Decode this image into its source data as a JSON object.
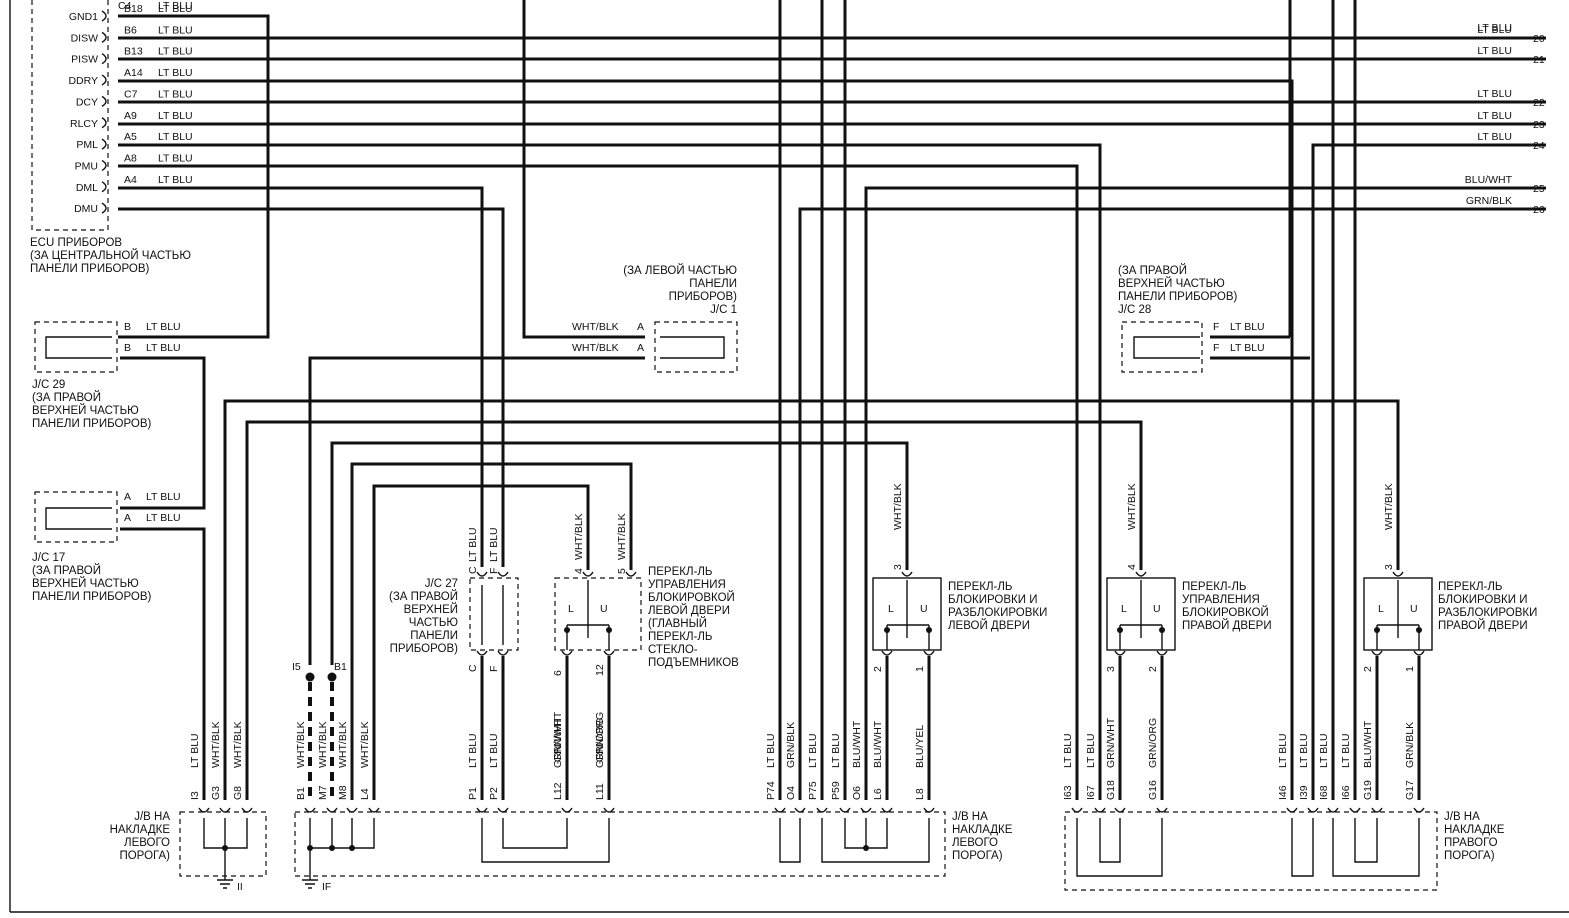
{
  "ecu": {
    "pins": [
      {
        "name": "GND1",
        "pin": "B18",
        "color": "LT BLU"
      },
      {
        "name": "DISW",
        "pin": "B6",
        "color": "LT BLU"
      },
      {
        "name": "PISW",
        "pin": "B13",
        "color": "LT BLU"
      },
      {
        "name": "DDRY",
        "pin": "A14",
        "color": "LT BLU"
      },
      {
        "name": "DCY",
        "pin": "C7",
        "color": "LT BLU"
      },
      {
        "name": "RLCY",
        "pin": "A9",
        "color": "LT BLU"
      },
      {
        "name": "PML",
        "pin": "A5",
        "color": "LT BLU"
      },
      {
        "name": "PMU",
        "pin": "A8",
        "color": "LT BLU"
      },
      {
        "name": "DML",
        "pin": "A4",
        "color": "LT BLU"
      },
      {
        "name": "DMU",
        "pin": "",
        "color": ""
      }
    ],
    "top_pin": "C4",
    "top_color": "LT BLU",
    "label": [
      "ECU ПРИБОРОВ",
      "(ЗА ЦЕНТРАЛЬНОЙ ЧАСТЬЮ",
      "ПАНЕЛИ ПРИБОРОВ)"
    ]
  },
  "right_labels": [
    {
      "color": "LT BLU",
      "num": ""
    },
    {
      "color": "LT BLU",
      "num": "20"
    },
    {
      "color": "LT BLU",
      "num": "21"
    },
    {
      "color": "LT BLU",
      "num": "22"
    },
    {
      "color": "LT BLU",
      "num": "23"
    },
    {
      "color": "LT BLU",
      "num": "24"
    },
    {
      "color": "BLU/WHT",
      "num": "25"
    },
    {
      "color": "GRN/BLK",
      "num": "26"
    }
  ],
  "jc1": {
    "label": [
      "(ЗА ЛЕВОЙ ЧАСТЬЮ",
      "ПАНЕЛИ",
      "ПРИБОРОВ)",
      "J/C 1"
    ],
    "wire": "WHT/BLK",
    "pin": "A"
  },
  "jc28": {
    "label": [
      "(ЗА ПРАВОЙ",
      "ВЕРХНЕЙ ЧАСТЬЮ",
      "ПАНЕЛИ ПРИБОРОВ)",
      "J/C 28"
    ],
    "wire": "LT BLU",
    "pin": "F"
  },
  "jc29": {
    "label": [
      "J/C 29",
      "(ЗА ПРАВОЙ",
      "ВЕРХНЕЙ ЧАСТЬЮ",
      "ПАНЕЛИ ПРИБОРОВ)"
    ],
    "wire": "LT BLU",
    "pin": "B"
  },
  "jc17": {
    "label": [
      "J/C 17",
      "(ЗА ПРАВОЙ",
      "ВЕРХНЕЙ ЧАСТЬЮ",
      "ПАНЕЛИ ПРИБОРОВ)"
    ],
    "wire": "LT BLU",
    "pin": "A"
  },
  "jc27": {
    "label": [
      "J/C 27",
      "(ЗА ПРАВОЙ",
      "ВЕРХНЕЙ",
      "ЧАСТЬЮ",
      "ПАНЕЛИ",
      "ПРИБОРОВ)"
    ],
    "pins": [
      "C",
      "F"
    ],
    "wire": "LT BLU"
  },
  "sw_main": {
    "label": [
      "ПЕРЕКЛ-ЛЬ",
      "УПРАВЛЕНИЯ",
      "БЛОКИРОВКОЙ",
      "ЛЕВОЙ ДВЕРИ",
      "(ГЛАВНЫЙ",
      "ПЕРЕКЛ-ЛЬ",
      "СТЕКЛО-",
      "ПОДЪЕМНИКОВ"
    ],
    "top_pins": [
      "4",
      "5"
    ],
    "top_wire": "WHT/BLK",
    "bot_pins": [
      "6",
      "12"
    ],
    "bot_wires": [
      "GRN/WHT",
      "GRN/ORG"
    ]
  },
  "sw_ldoor": {
    "label": [
      "ПЕРЕКЛ-ЛЬ",
      "БЛОКИРОВКИ И",
      "РАЗБЛОКИРОВКИ",
      "ЛЕВОЙ ДВЕРИ"
    ],
    "top_pin": "3",
    "top_wire": "WHT/BLK",
    "bot_pins": [
      "2",
      "1"
    ]
  },
  "sw_rctl": {
    "label": [
      "ПЕРЕКЛ-ЛЬ",
      "УПРАВЛЕНИЯ",
      "БЛОКИРОВКОЙ",
      "ПРАВОЙ ДВЕРИ"
    ],
    "top_pin": "4",
    "top_wire": "WHT/BLK",
    "bot_pins": [
      "3",
      "2"
    ]
  },
  "sw_rdoor": {
    "label": [
      "ПЕРЕКЛ-ЛЬ",
      "БЛОКИРОВКИ И",
      "РАЗБЛОКИРОВКИ",
      "ПРАВОЙ ДВЕРИ"
    ],
    "top_pin": "3",
    "top_wire": "WHT/BLK",
    "bot_pins": [
      "2",
      "1"
    ]
  },
  "switch_letters": {
    "l": "L",
    "u": "U"
  },
  "splices": [
    "I5",
    "B1"
  ],
  "jb_left1": {
    "label": [
      "J/B НА",
      "НАКЛАДКЕ",
      "ЛЕВОГО",
      "ПОРОГА)"
    ],
    "ground": "II",
    "wires": [
      {
        "pin": "I3",
        "color": "LT BLU"
      },
      {
        "pin": "G3",
        "color": "WHT/BLK"
      },
      {
        "pin": "G8",
        "color": "WHT/BLK"
      }
    ]
  },
  "jb_left2": {
    "label": [
      "J/B НА",
      "НАКЛАДКЕ",
      "ЛЕВОГО",
      "ПОРОГА)"
    ],
    "ground": "IF",
    "wires": [
      {
        "pin": "B1",
        "color": "WHT/BLK"
      },
      {
        "pin": "M7",
        "color": "WHT/BLK"
      },
      {
        "pin": "M8",
        "color": "WHT/BLK"
      },
      {
        "pin": "L4",
        "color": "WHT/BLK"
      },
      {
        "pin": "P1",
        "color": "LT BLU"
      },
      {
        "pin": "P2",
        "color": "LT BLU"
      },
      {
        "pin": "L12",
        "color": "GRN/WHT"
      },
      {
        "pin": "L11",
        "color": "GRN/ORG"
      },
      {
        "pin": "P74",
        "color": "LT BLU"
      },
      {
        "pin": "O4",
        "color": "GRN/BLK"
      },
      {
        "pin": "P75",
        "color": "LT BLU"
      },
      {
        "pin": "P59",
        "color": "LT BLU"
      },
      {
        "pin": "O6",
        "color": "BLU/WHT"
      },
      {
        "pin": "L6",
        "color": "BLU/WHT"
      },
      {
        "pin": "L8",
        "color": "BLU/YEL"
      }
    ]
  },
  "jb_right": {
    "label": [
      "J/B НА",
      "НАКЛАДКЕ",
      "ПРАВОГО",
      "ПОРОГА)"
    ],
    "wires": [
      {
        "pin": "I63",
        "color": "LT BLU"
      },
      {
        "pin": "I67",
        "color": "LT BLU"
      },
      {
        "pin": "G18",
        "color": "GRN/WHT"
      },
      {
        "pin": "G16",
        "color": "GRN/ORG"
      },
      {
        "pin": "I46",
        "color": "LT BLU"
      },
      {
        "pin": "I39",
        "color": "LT BLU"
      },
      {
        "pin": "I68",
        "color": "LT BLU"
      },
      {
        "pin": "I66",
        "color": "LT BLU"
      },
      {
        "pin": "G19",
        "color": "BLU/WHT"
      },
      {
        "pin": "G17",
        "color": "GRN/BLK"
      }
    ]
  }
}
